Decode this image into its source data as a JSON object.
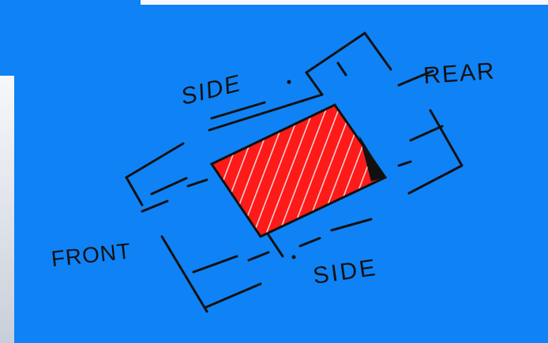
{
  "labels": {
    "side_top": "SIDE",
    "rear": "REAR",
    "front": "FRONT",
    "side_bottom": "SIDE"
  },
  "colors": {
    "background": "#0f82f5",
    "frame_light": "#f7f8fb",
    "frame_shade": "#cdd2dc",
    "ink": "#111111",
    "lot_fill": "#ff1a1a",
    "hatch": "#f3f3f3"
  }
}
